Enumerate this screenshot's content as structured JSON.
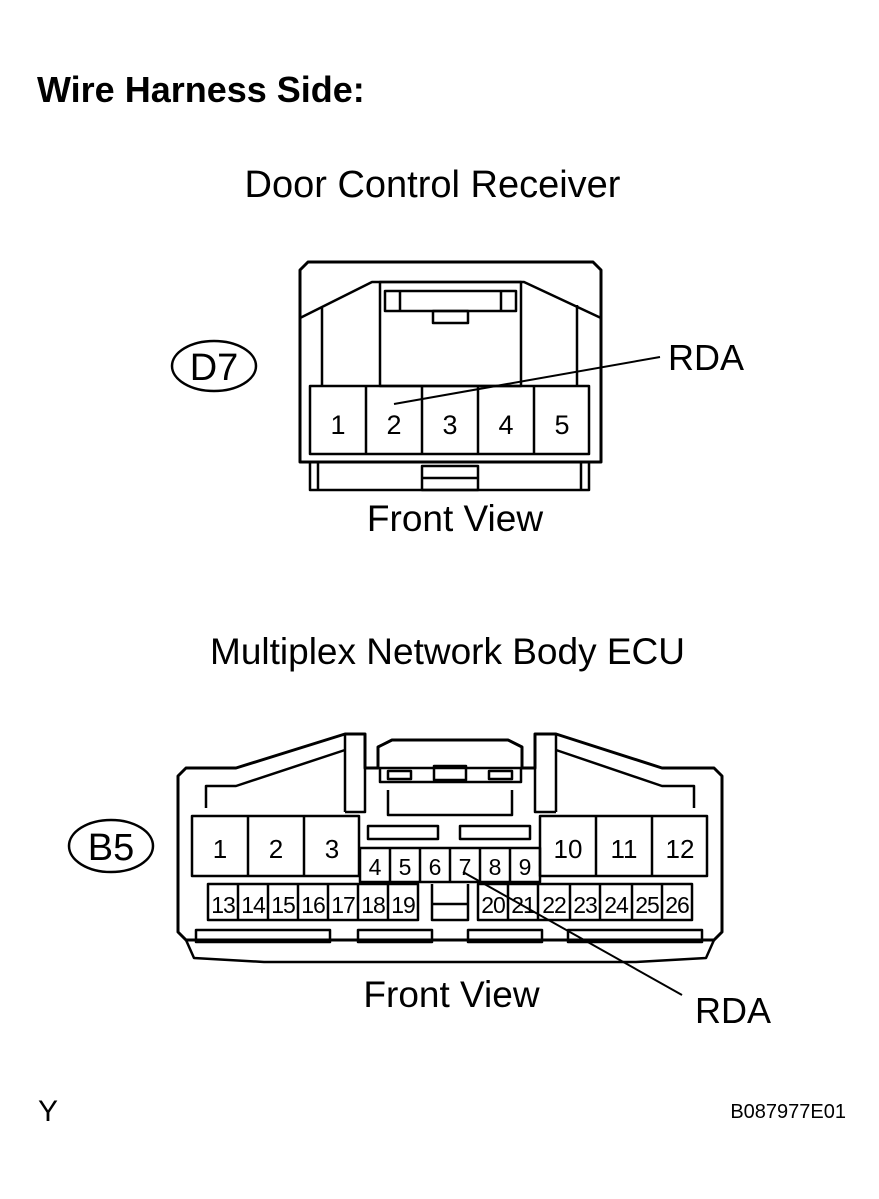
{
  "heading": "Wire Harness Side:",
  "connector_d7": {
    "title": "Door Control Receiver",
    "code": "D7",
    "view": "Front View",
    "pins": [
      "1",
      "2",
      "3",
      "4",
      "5"
    ],
    "callout": "RDA"
  },
  "connector_b5": {
    "title": "Multiplex Network Body ECU",
    "code": "B5",
    "view": "Front View",
    "pins_left_top": [
      "1",
      "2",
      "3"
    ],
    "pins_mid_top": [
      "4",
      "5",
      "6",
      "7",
      "8",
      "9"
    ],
    "pins_right_top": [
      "10",
      "11",
      "12"
    ],
    "pins_bottom_left": [
      "13",
      "14",
      "15",
      "16",
      "17",
      "18",
      "19"
    ],
    "pins_bottom_right": [
      "20",
      "21",
      "22",
      "23",
      "24",
      "25",
      "26"
    ],
    "callout": "RDA"
  },
  "footer": {
    "left": "Y",
    "right": "B087977E01"
  },
  "colors": {
    "line": "#000000",
    "background": "#ffffff"
  }
}
